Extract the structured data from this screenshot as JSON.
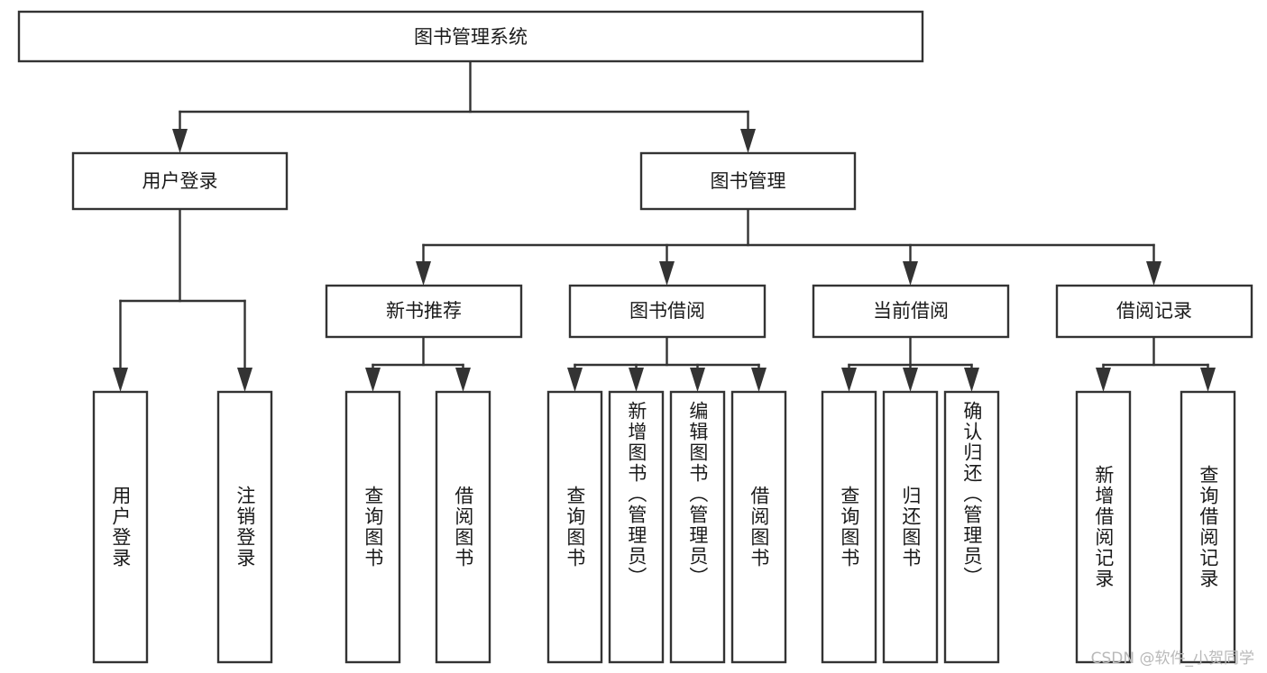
{
  "diagram": {
    "type": "tree",
    "title": "图书管理系统",
    "watermark": "CSDN @软件_小贺同学",
    "colors": {
      "box_fill": "#ffffff",
      "box_stroke": "#333333",
      "text": "#1a1a1a",
      "watermark": "#b9b9b9",
      "background": "#ffffff"
    },
    "root": {
      "label": "图书管理系统"
    },
    "level2": [
      {
        "label": "用户登录"
      },
      {
        "label": "图书管理"
      }
    ],
    "level3": [
      {
        "label": "新书推荐"
      },
      {
        "label": "图书借阅"
      },
      {
        "label": "当前借阅"
      },
      {
        "label": "借阅记录"
      }
    ],
    "leaves": {
      "user_login": [
        {
          "label": "用户登录"
        },
        {
          "label": "注销登录"
        }
      ],
      "new_book_recommend": [
        {
          "label": "查询图书"
        },
        {
          "label": "借阅图书"
        }
      ],
      "book_borrow": [
        {
          "label": "查询图书"
        },
        {
          "label": "新增图书（管理员）"
        },
        {
          "label": "编辑图书（管理员）"
        },
        {
          "label": "借阅图书"
        }
      ],
      "current_borrow": [
        {
          "label": "查询图书"
        },
        {
          "label": "归还图书"
        },
        {
          "label": "确认归还（管理员）"
        }
      ],
      "borrow_record": [
        {
          "label": "新增借阅记录"
        },
        {
          "label": "查询借阅记录"
        }
      ]
    }
  }
}
